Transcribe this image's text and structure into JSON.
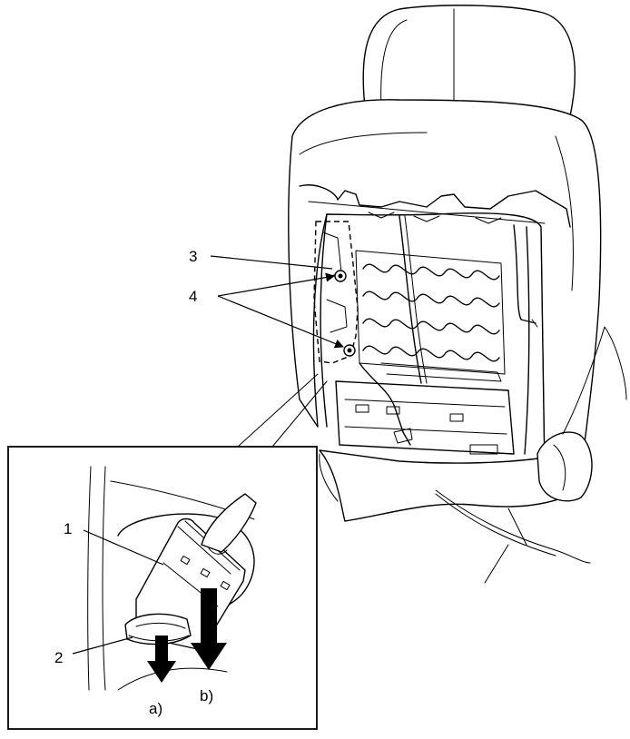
{
  "callouts": {
    "c1": "1",
    "c2": "2",
    "c3": "3",
    "c4": "4"
  },
  "steps": {
    "a": "a)",
    "b": "b)"
  }
}
